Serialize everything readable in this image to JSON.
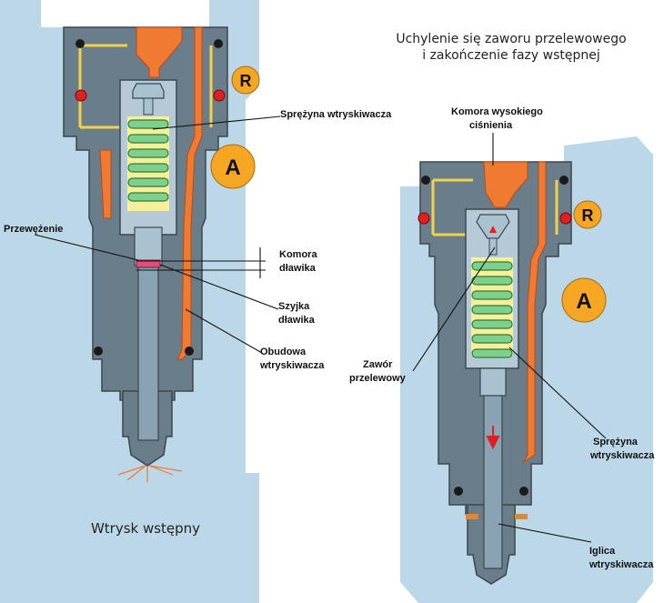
{
  "title": {
    "line1": "Uchylenie się zaworu przelewowego",
    "line2": "i zakończenie fazy wstępnej"
  },
  "caption_left": "Wtrysk wstępny",
  "markers": {
    "r": "R",
    "a": "A"
  },
  "labels": {
    "sprezyna_1": "Sprężyna wtryskiwacza",
    "przewezenie": "Przewężenie",
    "komora_dlawika_1": "Komora",
    "komora_dlawika_2": "dławika",
    "szyjka_1": "Szyjka",
    "szyjka_2": "dławika",
    "obudowa_1": "Obudowa",
    "obudowa_2": "wtryskiwacza",
    "komora_wys_1": "Komora wysokiego",
    "komora_wys_2": "ciśnienia",
    "zawor_1": "Zawór",
    "zawor_2": "przelewowy",
    "sprezyna_2a": "Sprężyna",
    "sprezyna_2b": "wtryskiwacza",
    "iglica_1": "Iglica",
    "iglica_2": "wtryskiwacza"
  },
  "colors": {
    "background_panel": "#bcd8e8",
    "body_gray": "#6a7d8a",
    "dark_gray": "#4d5e6a",
    "oil_orange": "#f07a32",
    "accent_orange": "#f5a623",
    "spring_green": "#7ed08c",
    "spring_fill": "#f6f09a",
    "seal_red": "#e02020",
    "copper": "#d9893d"
  }
}
